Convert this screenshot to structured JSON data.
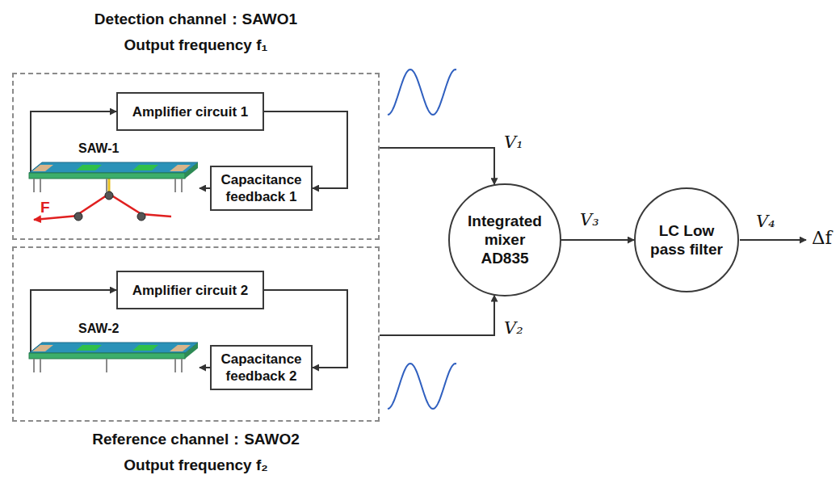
{
  "diagram": {
    "nodes": [
      {
        "text": [
          "Detection channel：SAWO1",
          "Output frequency f₁"
        ]
      },
      {
        "text": [
          "Amplifier circuit 1"
        ],
        "in": 0
      },
      {
        "text": [
          "Capacitance feedback 1"
        ],
        "in": 0
      },
      {
        "text": [
          "SAW-1"
        ],
        "in": 0
      },
      {
        "text": [
          "Reference channel：SAWO2",
          "Output frequency f₂"
        ]
      },
      {
        "text": [
          "Amplifier circuit 2"
        ],
        "in": 4
      },
      {
        "text": [
          "Capacitance feedback 2"
        ],
        "in": 4
      },
      {
        "text": [
          "SAW-2"
        ],
        "in": 4
      },
      {
        "text": [
          "Integrated mixer AD835"
        ]
      },
      {
        "text": [
          "LC Low pass filter"
        ]
      }
    ],
    "edges": [
      {
        "from": 1,
        "to": 2,
        "arrow": "to"
      },
      {
        "from": 2,
        "to": 3,
        "arrow": "to"
      },
      {
        "from": 3,
        "to": 1,
        "arrow": "to"
      },
      {
        "from": 0,
        "to": 8,
        "label": "V₁",
        "arrow": "to"
      },
      {
        "from": 5,
        "to": 6,
        "arrow": "to"
      },
      {
        "from": 6,
        "to": 7,
        "arrow": "to"
      },
      {
        "from": 7,
        "to": 5,
        "arrow": "to"
      },
      {
        "from": 4,
        "to": 8,
        "label": "V₂",
        "arrow": "to"
      },
      {
        "from": 8,
        "to": 9,
        "label": "V₃",
        "arrow": "to"
      }
    ],
    "labels": [
      "F",
      "V₄",
      "Δf"
    ]
  }
}
